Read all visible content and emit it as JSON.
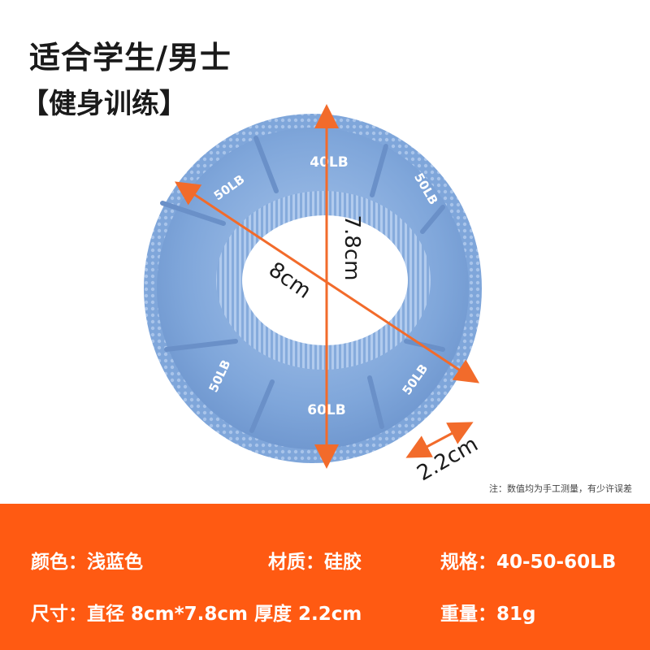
{
  "header": {
    "title": "适合学生/男士",
    "subtitle": "【健身训练】"
  },
  "product": {
    "ring_color": "#7fa6da",
    "arrow_color": "#f26b2b",
    "segments": {
      "top": "40LB",
      "bottom": "60LB",
      "upper_left": "50LB",
      "upper_right": "50LB",
      "lower_left": "50LB",
      "lower_right": "50LB"
    },
    "dimensions": {
      "diameter_label": "8cm",
      "height_label": "7.8cm",
      "thickness_label": "2.2cm"
    }
  },
  "note": "注：数值均为手工测量，有少许误差",
  "specs": {
    "color": {
      "label": "颜色：",
      "value": "浅蓝色"
    },
    "material": {
      "label": "材质：",
      "value": "硅胶"
    },
    "spec": {
      "label": "规格：",
      "value": "40-50-60LB"
    },
    "size": {
      "label": "尺寸：",
      "value": "直径 8cm*7.8cm 厚度 2.2cm"
    },
    "weight": {
      "label": "重量：",
      "value": "81g"
    }
  },
  "theme": {
    "band_color": "#ff5a12",
    "text_dark": "#1a1a1a"
  }
}
